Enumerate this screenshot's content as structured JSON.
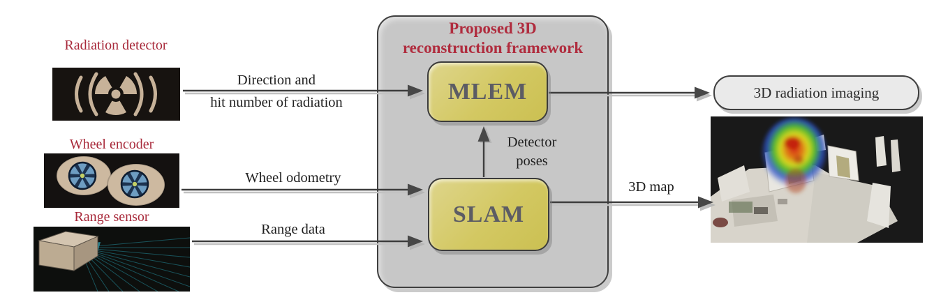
{
  "figure": {
    "type": "block-diagram",
    "background": "#ffffff"
  },
  "sensors": {
    "radiation": {
      "label": "Radiation detector",
      "image": "radiation-trefoil-symbol-photo"
    },
    "wheel": {
      "label": "Wheel encoder",
      "image": "two-wheels-photo"
    },
    "range": {
      "label": "Range sensor",
      "image": "range-sensor-scan-fan-photo"
    }
  },
  "framework": {
    "title_line1": "Proposed 3D",
    "title_line2": "reconstruction framework",
    "mlem_label": "MLEM",
    "slam_label": "SLAM"
  },
  "flows": {
    "radiation_to_mlem_line1": "Direction and",
    "radiation_to_mlem_line2": "hit number of radiation",
    "wheel_to_slam": "Wheel odometry",
    "range_to_slam": "Range data",
    "slam_to_mlem_line1": "Detector",
    "slam_to_mlem_line2": "poses",
    "slam_to_map": "3D map"
  },
  "outputs": {
    "radiation_imaging": "3D radiation imaging",
    "map_image": "3d-point-cloud-map-with-radiation-heatmap"
  },
  "colors": {
    "accent_red": "#a8293a",
    "title_red": "#b02c3e",
    "block_yellow": "#d3c862",
    "frame_gray": "#c7c7c7",
    "output_gray": "#eaeaea",
    "arrow_dark": "#3d3d3d",
    "block_text_gray": "#5c5c64",
    "photo_tan": "#c7b299",
    "heat_core_red": "#d42a10",
    "heat_edge_blue": "#2c50c8"
  }
}
